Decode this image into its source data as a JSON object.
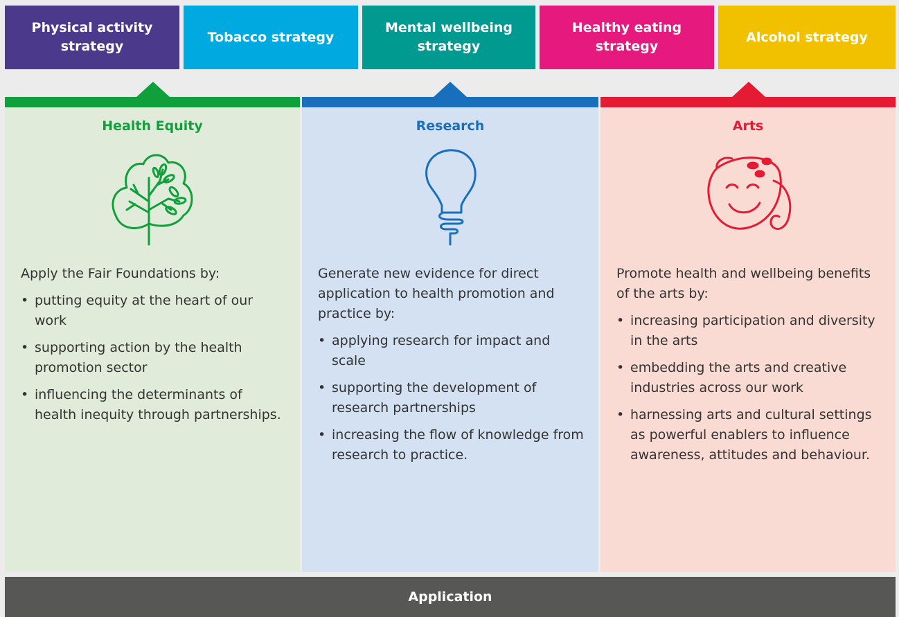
{
  "strategies": [
    {
      "label": "Physical activity strategy",
      "color": "#4b3a8c"
    },
    {
      "label": "Tobacco strategy",
      "color": "#00a9e0"
    },
    {
      "label": "Mental wellbeing strategy",
      "color": "#009a90"
    },
    {
      "label": "Healthy eating strategy",
      "color": "#e6197e"
    },
    {
      "label": "Alcohol strategy",
      "color": "#f1c100"
    }
  ],
  "pillars": [
    {
      "title": "Health Equity",
      "icon": "tree-icon",
      "color": "#10a03b",
      "intro": "Apply the Fair Foundations by:",
      "items": [
        "putting equity at the heart of our work",
        "supporting action by the health promotion sector",
        "influencing the determinants of health inequity through partnerships."
      ]
    },
    {
      "title": "Research",
      "icon": "lightbulb-icon",
      "color": "#1a6fbd",
      "intro": "Generate new evidence for direct application to health promotion and practice by:",
      "items": [
        "applying research for impact and scale",
        "supporting the development of research partnerships",
        "increasing the flow of knowledge from research to practice."
      ]
    },
    {
      "title": "Arts",
      "icon": "theatre-masks-icon",
      "color": "#e41b33",
      "intro": "Promote health and wellbeing benefits of the arts by:",
      "items": [
        "increasing participation and diversity in the arts",
        "embedding the arts and creative industries across our work",
        "harnessing arts and cultural settings as powerful enablers to influence awareness, attitudes and behaviour."
      ]
    }
  ],
  "bullet": "•",
  "application": "Application"
}
